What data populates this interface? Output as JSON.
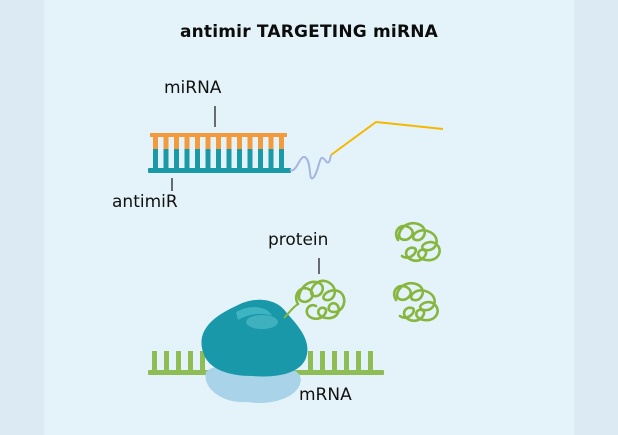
{
  "title": "antimir TARGETING miRNA",
  "labels": {
    "mirna": "miRNA",
    "antimir": "antimiR",
    "protein": "protein",
    "mrna": "mRNA"
  },
  "colors": {
    "mirna_strand": "#f39a3c",
    "antimir_strand": "#1a9aa6",
    "linker": "#a6b4e0",
    "tail": "#f5b800",
    "mrna": "#8dbd54",
    "protein": "#86b63e",
    "ribosome": "#1898a8"
  }
}
